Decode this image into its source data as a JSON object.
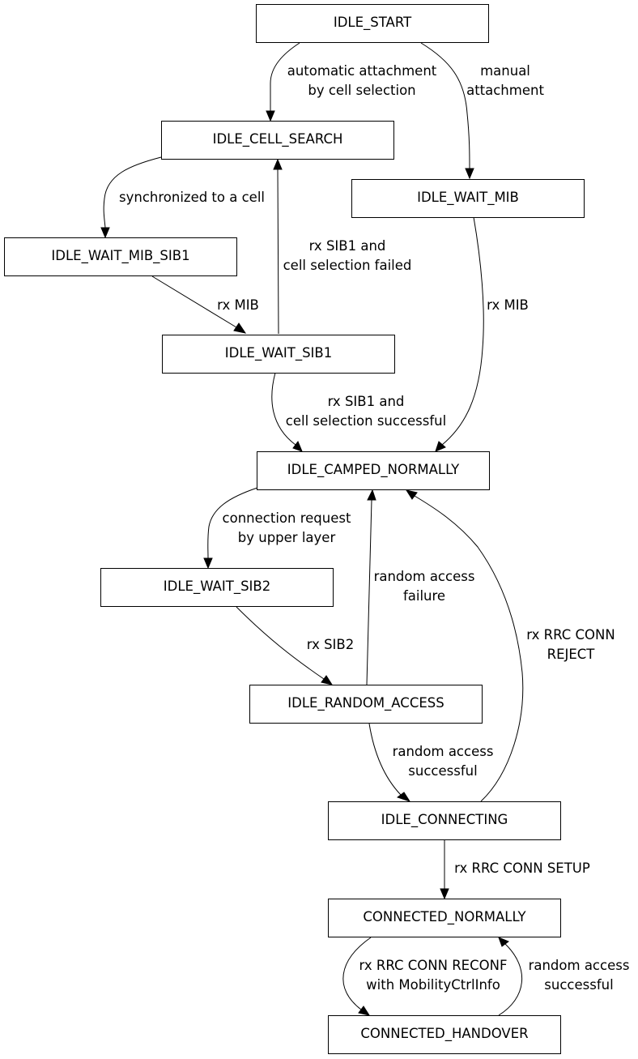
{
  "nodes": {
    "idle_start": "IDLE_START",
    "idle_cell_search": "IDLE_CELL_SEARCH",
    "idle_wait_mib": "IDLE_WAIT_MIB",
    "idle_wait_mib_sib1": "IDLE_WAIT_MIB_SIB1",
    "idle_wait_sib1": "IDLE_WAIT_SIB1",
    "idle_camped_normally": "IDLE_CAMPED_NORMALLY",
    "idle_wait_sib2": "IDLE_WAIT_SIB2",
    "idle_random_access": "IDLE_RANDOM_ACCESS",
    "idle_connecting": "IDLE_CONNECTING",
    "connected_normally": "CONNECTED_NORMALLY",
    "connected_handover": "CONNECTED_HANDOVER"
  },
  "edges": {
    "start_to_cell_search": [
      "automatic attachment",
      "by cell selection"
    ],
    "start_to_wait_mib": [
      "manual",
      "attachment"
    ],
    "cell_search_to_wait_mib_sib1": [
      "synchronized to a cell"
    ],
    "wait_sib1_to_cell_search": [
      "rx SIB1 and",
      "cell selection failed"
    ],
    "wait_mib_sib1_to_wait_sib1": [
      "rx MIB"
    ],
    "wait_mib_to_camped": [
      "rx MIB"
    ],
    "wait_sib1_to_camped": [
      "rx SIB1 and",
      "cell selection successful"
    ],
    "camped_to_wait_sib2": [
      "connection request",
      "by upper layer"
    ],
    "random_access_to_camped": [
      "random access",
      "failure"
    ],
    "connecting_to_camped": [
      "rx RRC CONN",
      "REJECT"
    ],
    "wait_sib2_to_random_access": [
      "rx SIB2"
    ],
    "random_access_to_connecting": [
      "random access",
      "successful"
    ],
    "connecting_to_connected": [
      "rx RRC CONN SETUP"
    ],
    "connected_to_handover": [
      "rx RRC CONN RECONF",
      "with MobilityCtrlInfo"
    ],
    "handover_to_connected": [
      "random access",
      "successful"
    ]
  }
}
